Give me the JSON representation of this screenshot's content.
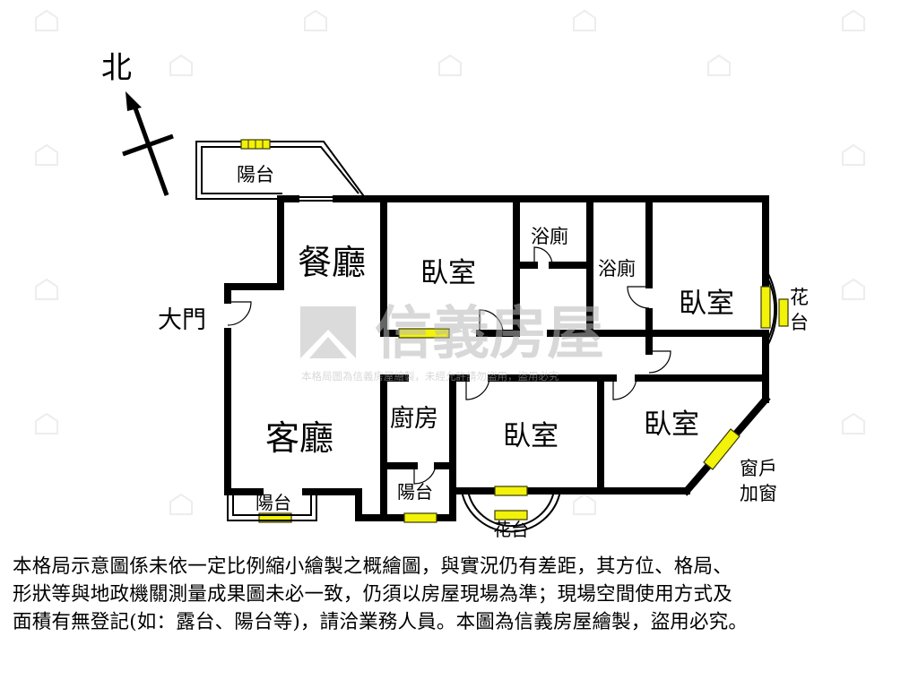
{
  "compass": {
    "north_label": "北"
  },
  "rooms": {
    "balcony_top": "陽台",
    "dining": "餐廳",
    "bedroom_1": "臥室",
    "bath_1": "浴廁",
    "bath_2": "浴廁",
    "bedroom_2": "臥室",
    "planter_right_1": "花",
    "planter_right_2": "台",
    "main_door": "大門",
    "kitchen": "廚房",
    "living": "客廳",
    "bedroom_3": "臥室",
    "bedroom_4": "臥室",
    "window_note_1": "窗戶",
    "window_note_2": "加窗",
    "balcony_bottom_left": "陽台",
    "balcony_bottom_mid": "陽台",
    "planter_bottom": "花台"
  },
  "watermark": {
    "brand": "信義房屋",
    "caption": "本格局圖為信義房屋繪製，未經允許請勿盜用，盜用必究"
  },
  "disclaimer": {
    "lines": [
      "本格局示意圖係未依一定比例縮小繪製之概繪圖，與實況仍有差距，其方位、格局、",
      "形狀等與地政機關測量成果圖未必一致，仍須以房屋現場為準；現場空間使用方式及",
      "面積有無登記(如：露台、陽台等)，請洽業務人員。本圖為信義房屋繪製，盜用必究。"
    ]
  },
  "colors": {
    "window": "#f2f20a",
    "wall": "#000000",
    "watermark": "#c4c4c4"
  }
}
